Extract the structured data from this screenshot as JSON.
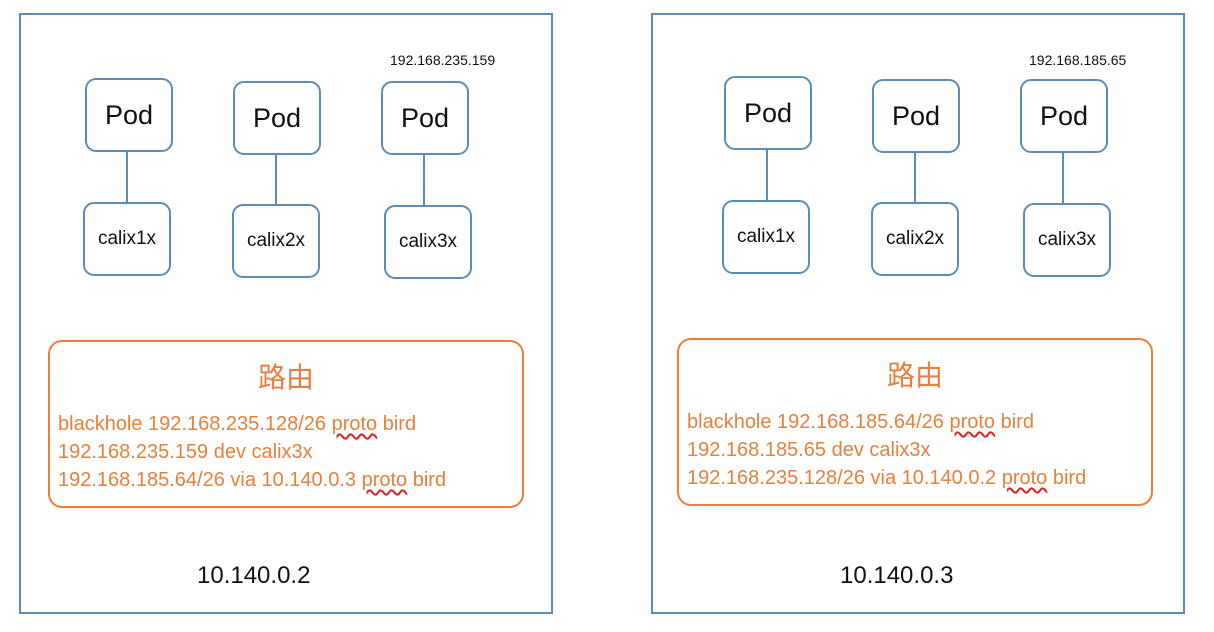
{
  "nodes": [
    {
      "host_ip": "10.140.0.2",
      "pod_ip": "192.168.235.159",
      "pods": [
        {
          "pod_label": "Pod",
          "veth_label": "calix1x"
        },
        {
          "pod_label": "Pod",
          "veth_label": "calix2x"
        },
        {
          "pod_label": "Pod",
          "veth_label": "calix3x"
        }
      ],
      "routing": {
        "title": "路由",
        "lines": [
          {
            "before": "blackhole 192.168.235.128/26 ",
            "marked": "proto",
            "after": " bird"
          },
          {
            "before": "192.168.235.159 dev calix3x",
            "marked": "",
            "after": ""
          },
          {
            "before": "192.168.185.64/26 via 10.140.0.3 ",
            "marked": "proto",
            "after": " bird"
          }
        ]
      }
    },
    {
      "host_ip": "10.140.0.3",
      "pod_ip": "192.168.185.65",
      "pods": [
        {
          "pod_label": "Pod",
          "veth_label": "calix1x"
        },
        {
          "pod_label": "Pod",
          "veth_label": "calix2x"
        },
        {
          "pod_label": "Pod",
          "veth_label": "calix3x"
        }
      ],
      "routing": {
        "title": "路由",
        "lines": [
          {
            "before": "blackhole 192.168.185.64/26 ",
            "marked": "proto",
            "after": " bird"
          },
          {
            "before": "192.168.185.65 dev calix3x",
            "marked": "",
            "after": ""
          },
          {
            "before": "192.168.235.128/26 via 10.140.0.2 ",
            "marked": "proto",
            "after": " bird"
          }
        ]
      }
    }
  ],
  "colors": {
    "node_border": "#5b8db8",
    "route_accent": "#e87f3c",
    "spellcheck_mark": "#dd2222"
  }
}
